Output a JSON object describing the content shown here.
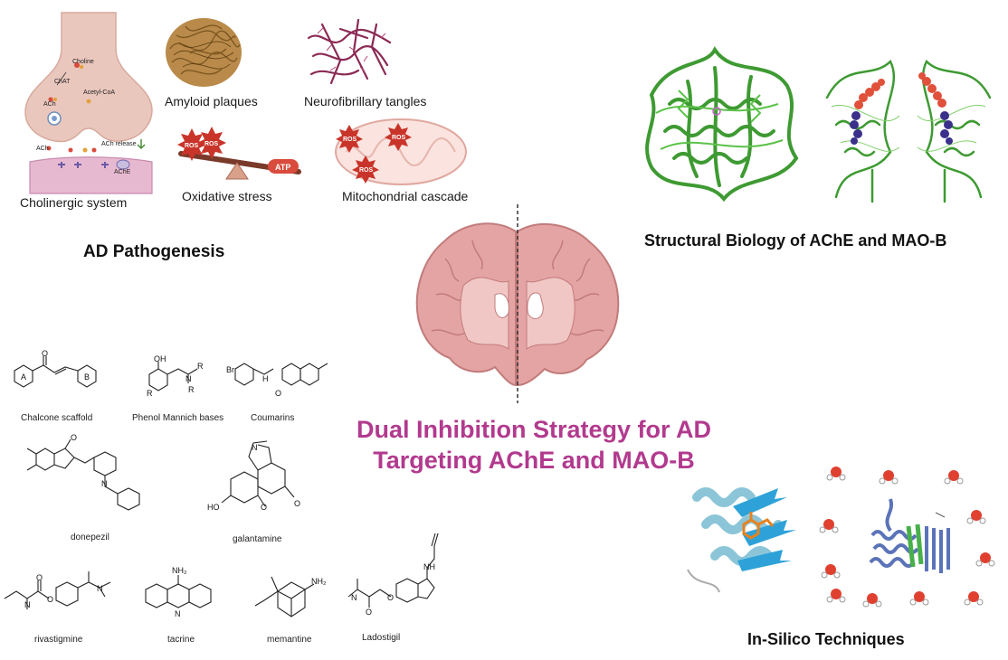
{
  "center": {
    "title_line1": "Dual Inhibition Strategy for AD",
    "title_line2": "Targeting AChE and MAO-B"
  },
  "pathogenesis": {
    "heading": "AD Pathogenesis",
    "items": {
      "cholinergic": "Cholinergic system",
      "amyloid": "Amyloid plaques",
      "tangles": "Neurofibrillary tangles",
      "oxidative": "Oxidative stress",
      "mito": "Mitochondrial cascade"
    },
    "synapse_labels": {
      "choline": "Choline",
      "chat": "ChAT",
      "acetylcoa": "Acetyl-CoA",
      "ach": "ACh",
      "ach2": "ACh",
      "release": "ACh release",
      "ache": "AChE"
    },
    "ros": "ROS",
    "atp": "ATP"
  },
  "structural": {
    "heading": "Structural Biology of AChE and MAO-B"
  },
  "insilico": {
    "heading": "In-Silico Techniques"
  },
  "compounds": {
    "chalcone": "Chalcone scaffold",
    "mannich": "Phenol Mannich bases",
    "coumarins": "Coumarins",
    "donepezil": "donepezil",
    "galantamine": "galantamine",
    "rivastigmine": "rivastigmine",
    "tacrine": "tacrine",
    "memantine": "memantine",
    "ladostigil": "Ladostigil"
  },
  "atoms": {
    "A": "A",
    "B": "B",
    "O": "O",
    "OH": "OH",
    "N": "N",
    "R1": "R",
    "R2": "R",
    "R3": "R",
    "Br": "Br",
    "H": "H",
    "HO": "HO",
    "NH2": "NH₂",
    "NH": "NH"
  }
}
